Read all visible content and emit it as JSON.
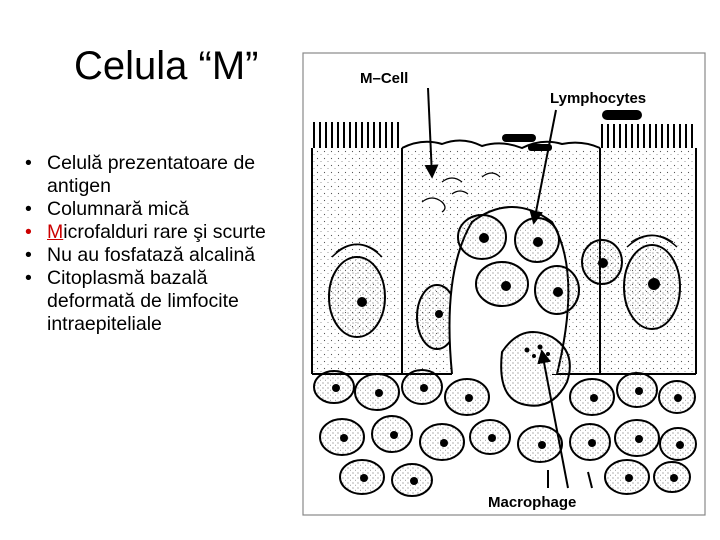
{
  "slide": {
    "title": "Celula “M”",
    "bullets": [
      {
        "text": "Celulă prezentatoare de antigen",
        "marker_color": "#000000"
      },
      {
        "text": "Columnară mică",
        "marker_color": "#000000"
      },
      {
        "first_letter": "M",
        "rest": "icrofalduri rare şi scurte",
        "marker_color": "#cc0000"
      },
      {
        "text": "Nu au fosfatază alcalină",
        "marker_color": "#000000"
      },
      {
        "text": "Citoplasmă bazală deformată de limfocite intraepiteliale",
        "marker_color": "#000000"
      }
    ],
    "bullet_glyph": "•"
  },
  "figure": {
    "labels": {
      "m_cell": "M–Cell",
      "lymphocytes": "Lymphocytes",
      "macrophage": "Macrophage"
    }
  }
}
